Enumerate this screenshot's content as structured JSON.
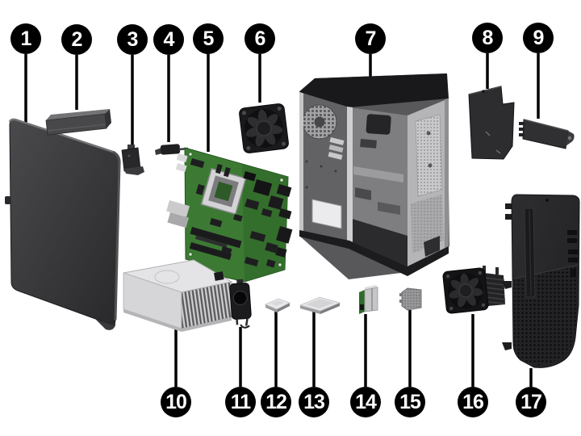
{
  "figure": {
    "type": "exploded-parts-diagram",
    "subject": "desktop tower computer — major components illustration",
    "background_color": "#ffffff",
    "callout_style": {
      "fill": "#000000",
      "text_color": "#ffffff",
      "leader_line_color": "#000000"
    },
    "callouts": [
      {
        "label": "1",
        "part": "access-panel"
      },
      {
        "label": "2",
        "part": "drive-bay-blank"
      },
      {
        "label": "3",
        "part": "hood-sensor-switch"
      },
      {
        "label": "4",
        "part": "thermal-sensor"
      },
      {
        "label": "5",
        "part": "system-board"
      },
      {
        "label": "6",
        "part": "chassis-fan"
      },
      {
        "label": "7",
        "part": "chassis"
      },
      {
        "label": "8",
        "part": "baffle-plate"
      },
      {
        "label": "9",
        "part": "cover-bracket"
      },
      {
        "label": "10",
        "part": "power-supply"
      },
      {
        "label": "11",
        "part": "speaker"
      },
      {
        "label": "12",
        "part": "flat-module-small"
      },
      {
        "label": "13",
        "part": "flat-module-large"
      },
      {
        "label": "14",
        "part": "module-with-bracket"
      },
      {
        "label": "15",
        "part": "perforated-bracket"
      },
      {
        "label": "16",
        "part": "heat-sink-fan-assembly"
      },
      {
        "label": "17",
        "part": "front-bezel"
      }
    ]
  },
  "colors": {
    "background": "#ffffff",
    "callout_fill": "#000000",
    "callout_text": "#ffffff",
    "leader_line": "#000000",
    "motherboard_green": "#3c7a33",
    "chassis_gray": "#7e7e81",
    "psu_silver": "#d6d6d8",
    "dark_panel": "#333335"
  }
}
